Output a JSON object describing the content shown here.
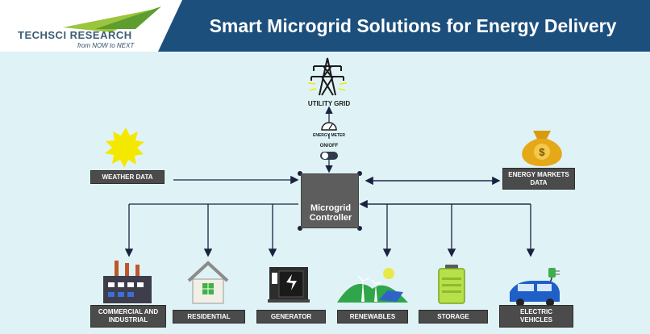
{
  "header": {
    "title": "Smart Microgrid Solutions for Energy Delivery",
    "logo_text": "TECHSCI RESEARCH",
    "logo_tagline": "from NOW to NEXT"
  },
  "nodes": {
    "utility_grid": "UTILITY GRID",
    "energy_meter": "ENERGY METER",
    "on_off": "ON/OFF",
    "weather_data": "WEATHER DATA",
    "energy_markets": "ENERGY MARKETS DATA",
    "controller_line1": "Microgrid",
    "controller_line2": "Controller",
    "commercial": "COMMERCIAL AND INDUSTRIAL",
    "residential": "RESIDENTIAL",
    "generator": "GENERATOR",
    "renewables": "RENEWABLES",
    "storage": "STORAGE",
    "electric_vehicles": "ELECTRIC VEHICLES"
  },
  "colors": {
    "banner": "#1c4f7c",
    "background": "#dff3f6",
    "controller": "#5d5d5d",
    "accent_yellow": "#f5e800",
    "arrow": "#1b2140"
  }
}
